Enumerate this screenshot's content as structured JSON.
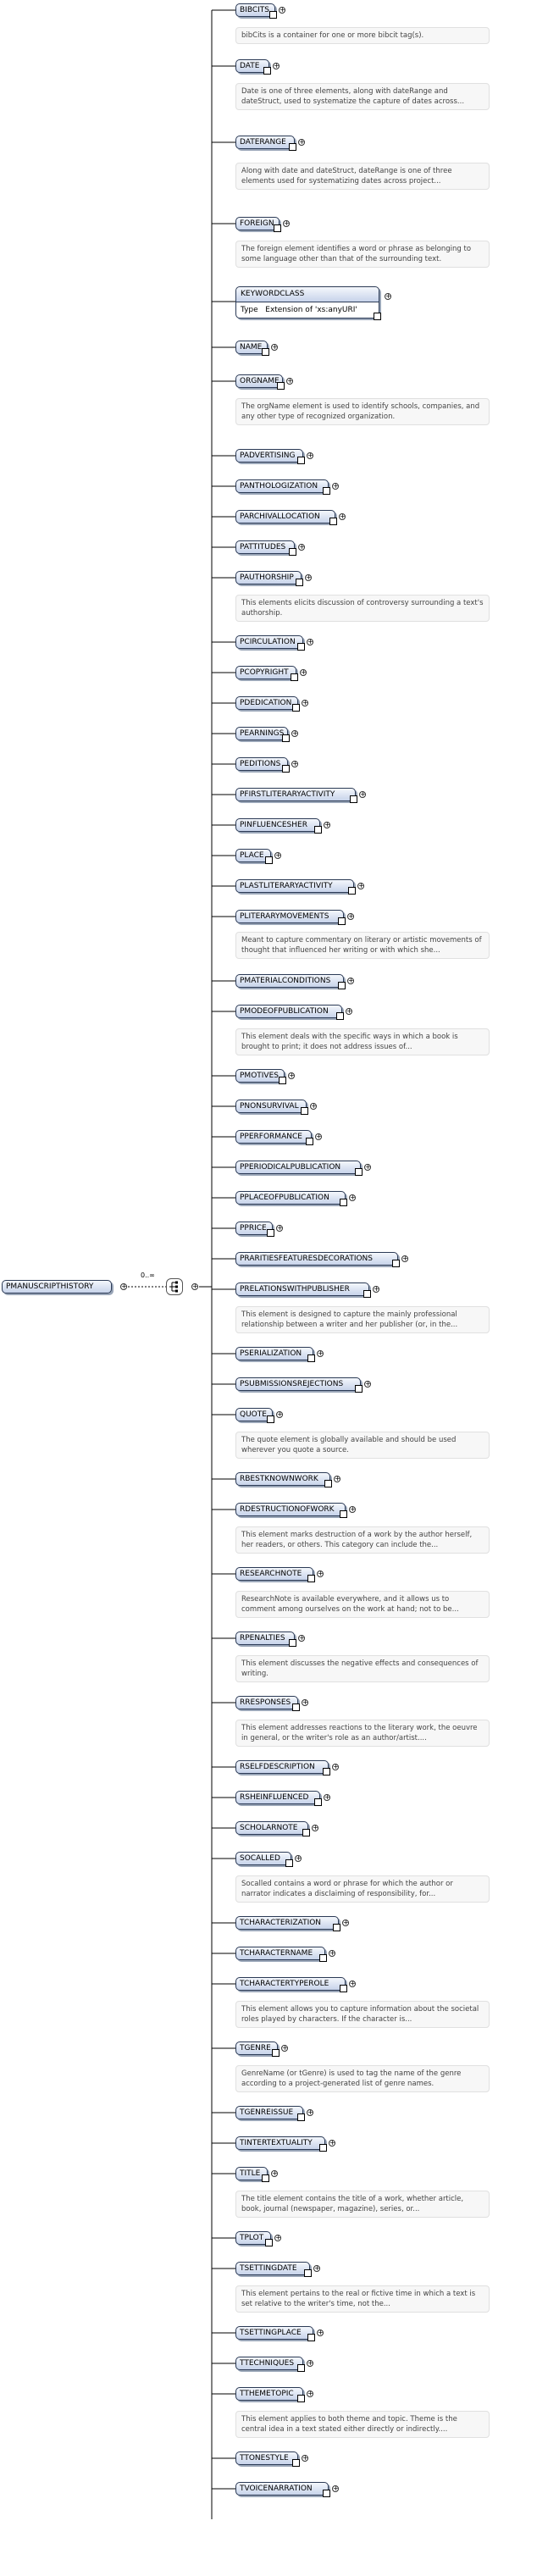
{
  "root": {
    "label": "PMANUSCRIPTHISTORY",
    "occurrence": "0..∞"
  },
  "choice_icon": "choice-compositor-icon",
  "expand_symbol": "+",
  "keywordclass": {
    "label": "KEYWORDCLASS",
    "type_key": "Type",
    "type_value": "Extension of 'xs:anyURI'"
  },
  "elements": [
    {
      "label": "BIBCITS",
      "doc": "bibCits is a container for one or more bibcit tag(s)."
    },
    {
      "label": "DATE",
      "doc": "Date is one of three elements, along with dateRange and dateStruct, used to systematize the capture of dates across..."
    },
    {
      "label": "DATERANGE",
      "doc": "Along with date and dateStruct, dateRange is one of three elements used for systematizing dates across project..."
    },
    {
      "label": "FOREIGN",
      "doc": "The foreign element identifies a word or phrase as belonging to some language other than that of the surrounding text."
    },
    {
      "label": "KEYWORDCLASS",
      "doc": ""
    },
    {
      "label": "NAME",
      "doc": ""
    },
    {
      "label": "ORGNAME",
      "doc": "The orgName element is used to identify schools, companies, and any other type of recognized organization."
    },
    {
      "label": "PADVERTISING",
      "doc": ""
    },
    {
      "label": "PANTHOLOGIZATION",
      "doc": ""
    },
    {
      "label": "PARCHIVALLOCATION",
      "doc": ""
    },
    {
      "label": "PATTITUDES",
      "doc": ""
    },
    {
      "label": "PAUTHORSHIP",
      "doc": "This elements elicits discussion of controversy surrounding a text's authorship."
    },
    {
      "label": "PCIRCULATION",
      "doc": ""
    },
    {
      "label": "PCOPYRIGHT",
      "doc": ""
    },
    {
      "label": "PDEDICATION",
      "doc": ""
    },
    {
      "label": "PEARNINGS",
      "doc": ""
    },
    {
      "label": "PEDITIONS",
      "doc": ""
    },
    {
      "label": "PFIRSTLITERARYACTIVITY",
      "doc": ""
    },
    {
      "label": "PINFLUENCESHER",
      "doc": ""
    },
    {
      "label": "PLACE",
      "doc": ""
    },
    {
      "label": "PLASTLITERARYACTIVITY",
      "doc": ""
    },
    {
      "label": "PLITERARYMOVEMENTS",
      "doc": "Meant to capture commentary on literary or artistic movements of thought that influenced her writing or with which she..."
    },
    {
      "label": "PMATERIALCONDITIONS",
      "doc": ""
    },
    {
      "label": "PMODEOFPUBLICATION",
      "doc": "This element deals with the specific ways in which a book is brought to print; it does not address issues of..."
    },
    {
      "label": "PMOTIVES",
      "doc": ""
    },
    {
      "label": "PNONSURVIVAL",
      "doc": ""
    },
    {
      "label": "PPERFORMANCE",
      "doc": ""
    },
    {
      "label": "PPERIODICALPUBLICATION",
      "doc": ""
    },
    {
      "label": "PPLACEOFPUBLICATION",
      "doc": ""
    },
    {
      "label": "PPRICE",
      "doc": ""
    },
    {
      "label": "PRARITIESFEATURESDECORATIONS",
      "doc": ""
    },
    {
      "label": "PRELATIONSWITHPUBLISHER",
      "doc": "This element is designed to capture the mainly professional relationship between a writer and her publisher (or, in the..."
    },
    {
      "label": "PSERIALIZATION",
      "doc": ""
    },
    {
      "label": "PSUBMISSIONSREJECTIONS",
      "doc": ""
    },
    {
      "label": "QUOTE",
      "doc": "The quote element is globally available and should be used wherever you quote a source."
    },
    {
      "label": "RBESTKNOWNWORK",
      "doc": ""
    },
    {
      "label": "RDESTRUCTIONOFWORK",
      "doc": "This element marks destruction of a work by the author herself, her readers, or others. This category can include the..."
    },
    {
      "label": "RESEARCHNOTE",
      "doc": "ResearchNote is available everywhere, and it allows us to comment among ourselves on the work at hand; not to be..."
    },
    {
      "label": "RPENALTIES",
      "doc": "This element discusses the negative effects and consequences of writing."
    },
    {
      "label": "RRESPONSES",
      "doc": "This element addresses reactions to the literary work, the oeuvre in general, or the writer's role as an author/artist...."
    },
    {
      "label": "RSELFDESCRIPTION",
      "doc": ""
    },
    {
      "label": "RSHEINFLUENCED",
      "doc": ""
    },
    {
      "label": "SCHOLARNOTE",
      "doc": ""
    },
    {
      "label": "SOCALLED",
      "doc": "Socalled contains a word or phrase for which the author or narrator indicates a disclaiming of responsibility, for..."
    },
    {
      "label": "TCHARACTERIZATION",
      "doc": ""
    },
    {
      "label": "TCHARACTERNAME",
      "doc": ""
    },
    {
      "label": "TCHARACTERTYPEROLE",
      "doc": "This element allows you to capture information about the societal roles played by characters. If the character is..."
    },
    {
      "label": "TGENRE",
      "doc": "GenreName (or tGenre) is used to tag the name of the genre according to a project-generated list of genre names."
    },
    {
      "label": "TGENREISSUE",
      "doc": ""
    },
    {
      "label": "TINTERTEXTUALITY",
      "doc": ""
    },
    {
      "label": "TITLE",
      "doc": "The title element contains the title of a work, whether article, book, journal (newspaper, magazine), series, or..."
    },
    {
      "label": "TPLOT",
      "doc": ""
    },
    {
      "label": "TSETTINGDATE",
      "doc": "This element pertains to the real or fictive time in which a text is set relative to the writer's time, not the..."
    },
    {
      "label": "TSETTINGPLACE",
      "doc": ""
    },
    {
      "label": "TTECHNIQUES",
      "doc": ""
    },
    {
      "label": "TTHEMETOPIC",
      "doc": "This element applies to both theme and topic. Theme is the central idea in a text stated either directly or indirectly...."
    },
    {
      "label": "TTONESTYLE",
      "doc": ""
    },
    {
      "label": "TVOICENARRATION",
      "doc": ""
    }
  ]
}
